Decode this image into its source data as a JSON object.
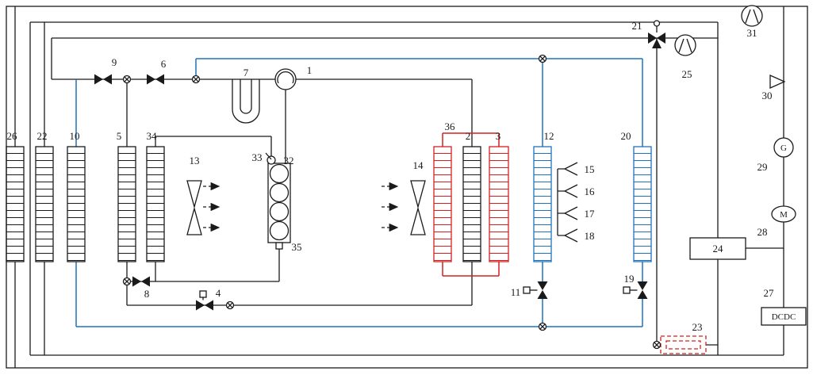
{
  "diagram": {
    "type": "thermal-management-system-schematic",
    "colors": {
      "line": "#1a1a1a",
      "coolant": "#1e73be",
      "heater": "#d42020",
      "background": "#ffffff"
    },
    "labels": {
      "n1": "1",
      "n2": "2",
      "n3": "3",
      "n4": "4",
      "n5": "5",
      "n6": "6",
      "n7": "7",
      "n8": "8",
      "n9": "9",
      "n10": "10",
      "n11": "11",
      "n12": "12",
      "n13": "13",
      "n14": "14",
      "n15": "15",
      "n16": "16",
      "n17": "17",
      "n18": "18",
      "n19": "19",
      "n20": "20",
      "n21": "21",
      "n22": "22",
      "n23": "23",
      "n24": "24",
      "n25": "25",
      "n26": "26",
      "n27": "27",
      "n28": "28",
      "n29": "29",
      "n30": "30",
      "n31": "31",
      "n32": "32",
      "n33": "33",
      "n34": "34",
      "n35": "35",
      "n36": "36"
    },
    "component_texts": {
      "dcdc": "DCDC",
      "generator": "G",
      "motor": "M"
    }
  }
}
